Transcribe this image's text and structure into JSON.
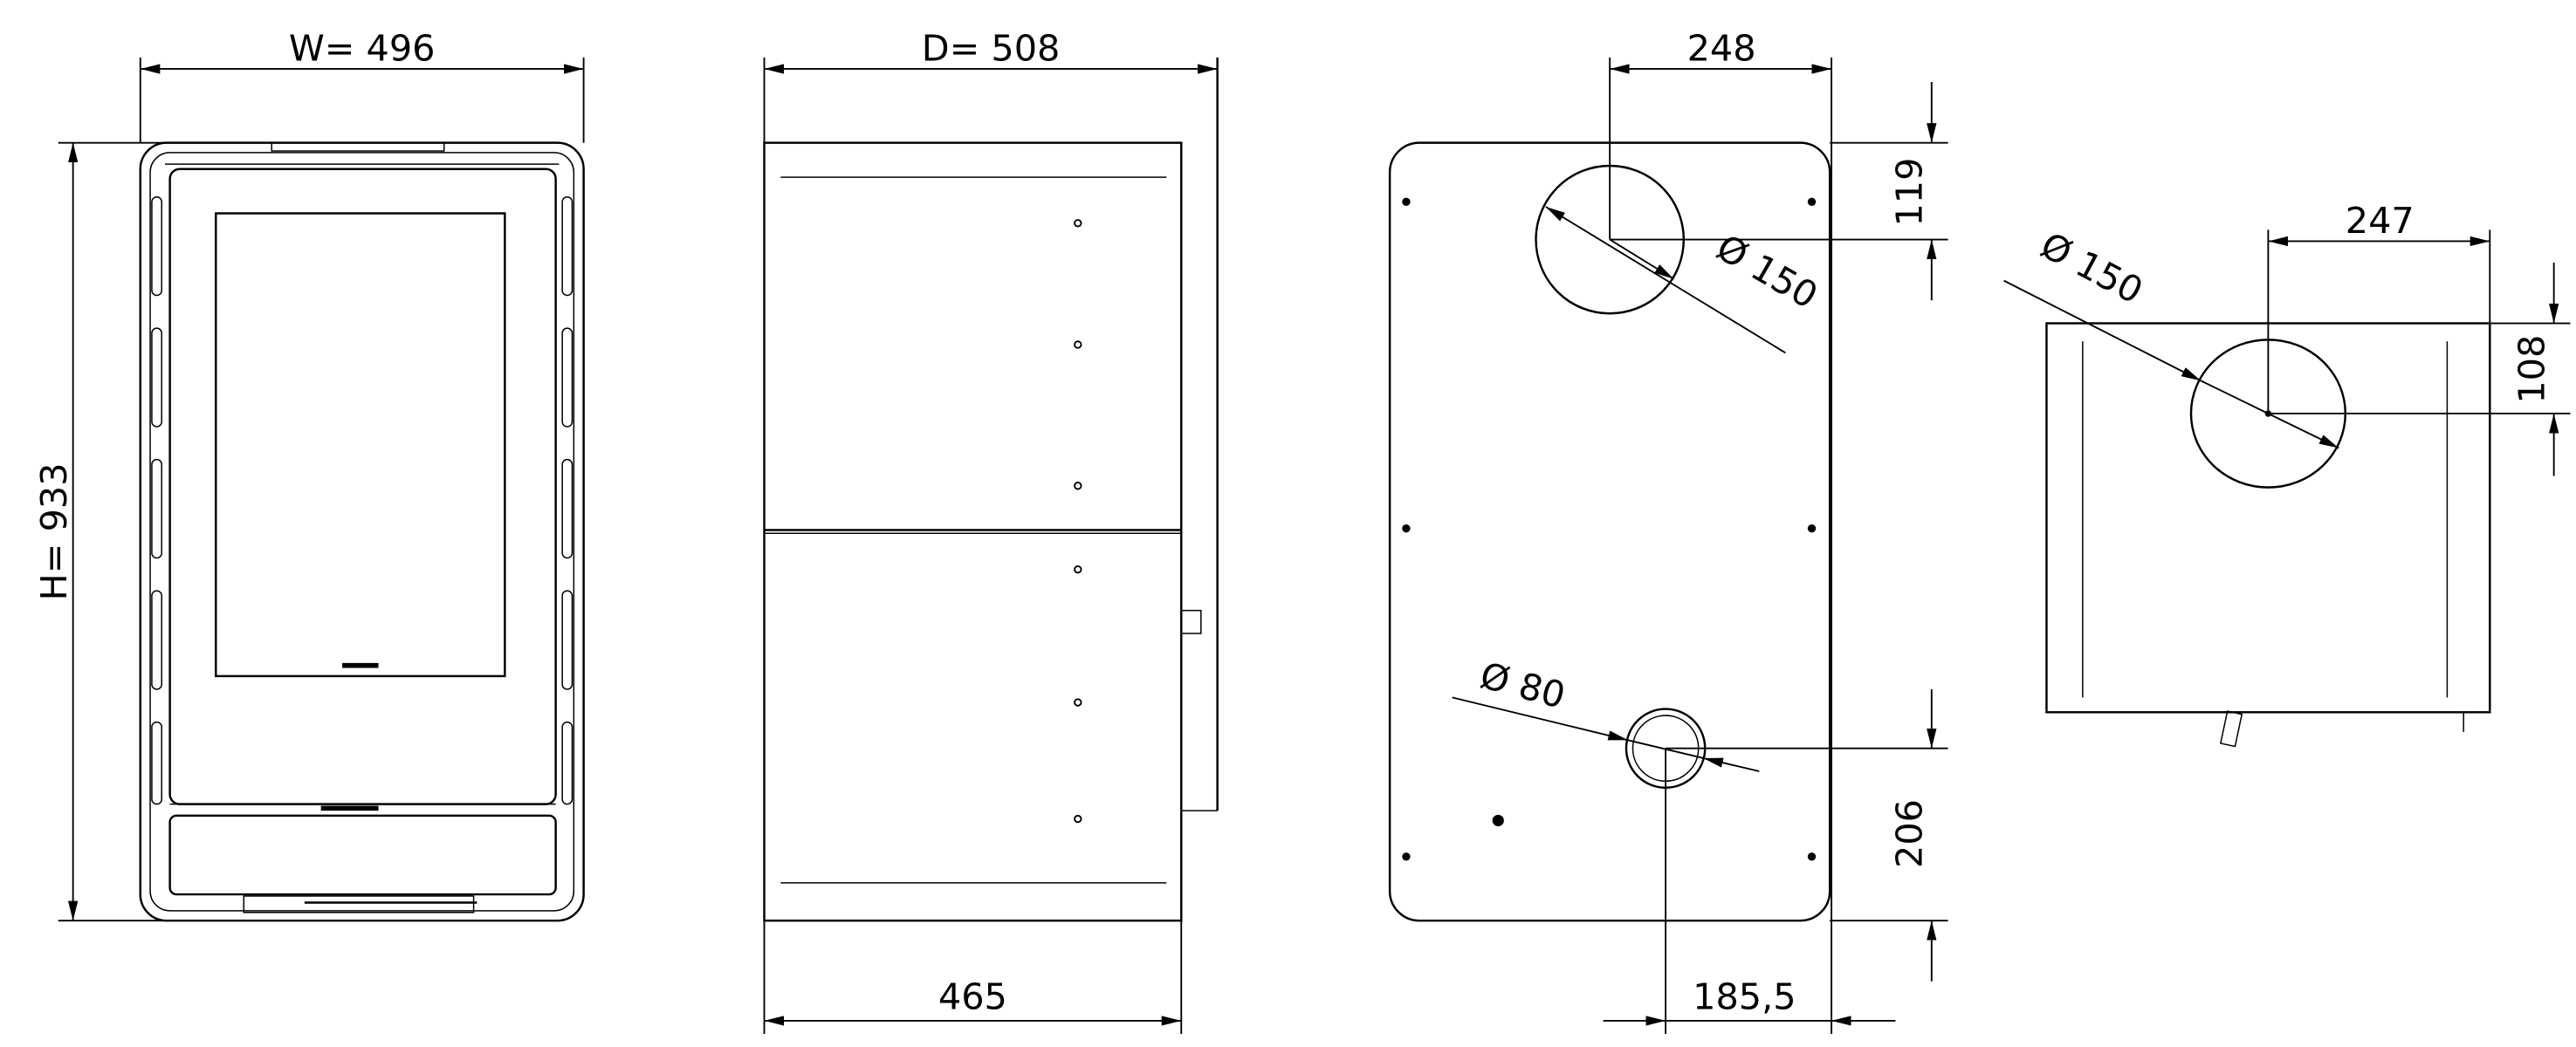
{
  "front_view": {
    "width_label": "W=  496",
    "height_label": "H=  933"
  },
  "side_view": {
    "depth_label": "D=  508",
    "depth_base_label": "465"
  },
  "rear_view": {
    "outlet_offset_label": "248",
    "outlet_height_label": "119",
    "outlet_diameter_label": "Ø 150",
    "inlet_diameter_label": "Ø 80",
    "inlet_height_label": "206",
    "inlet_offset_label": "185,5"
  },
  "top_view": {
    "outlet_offset_label": "247",
    "outlet_depth_label": "108",
    "outlet_diameter_label": "Ø 150"
  },
  "colors": {
    "line": "#000000",
    "background": "#ffffff"
  }
}
